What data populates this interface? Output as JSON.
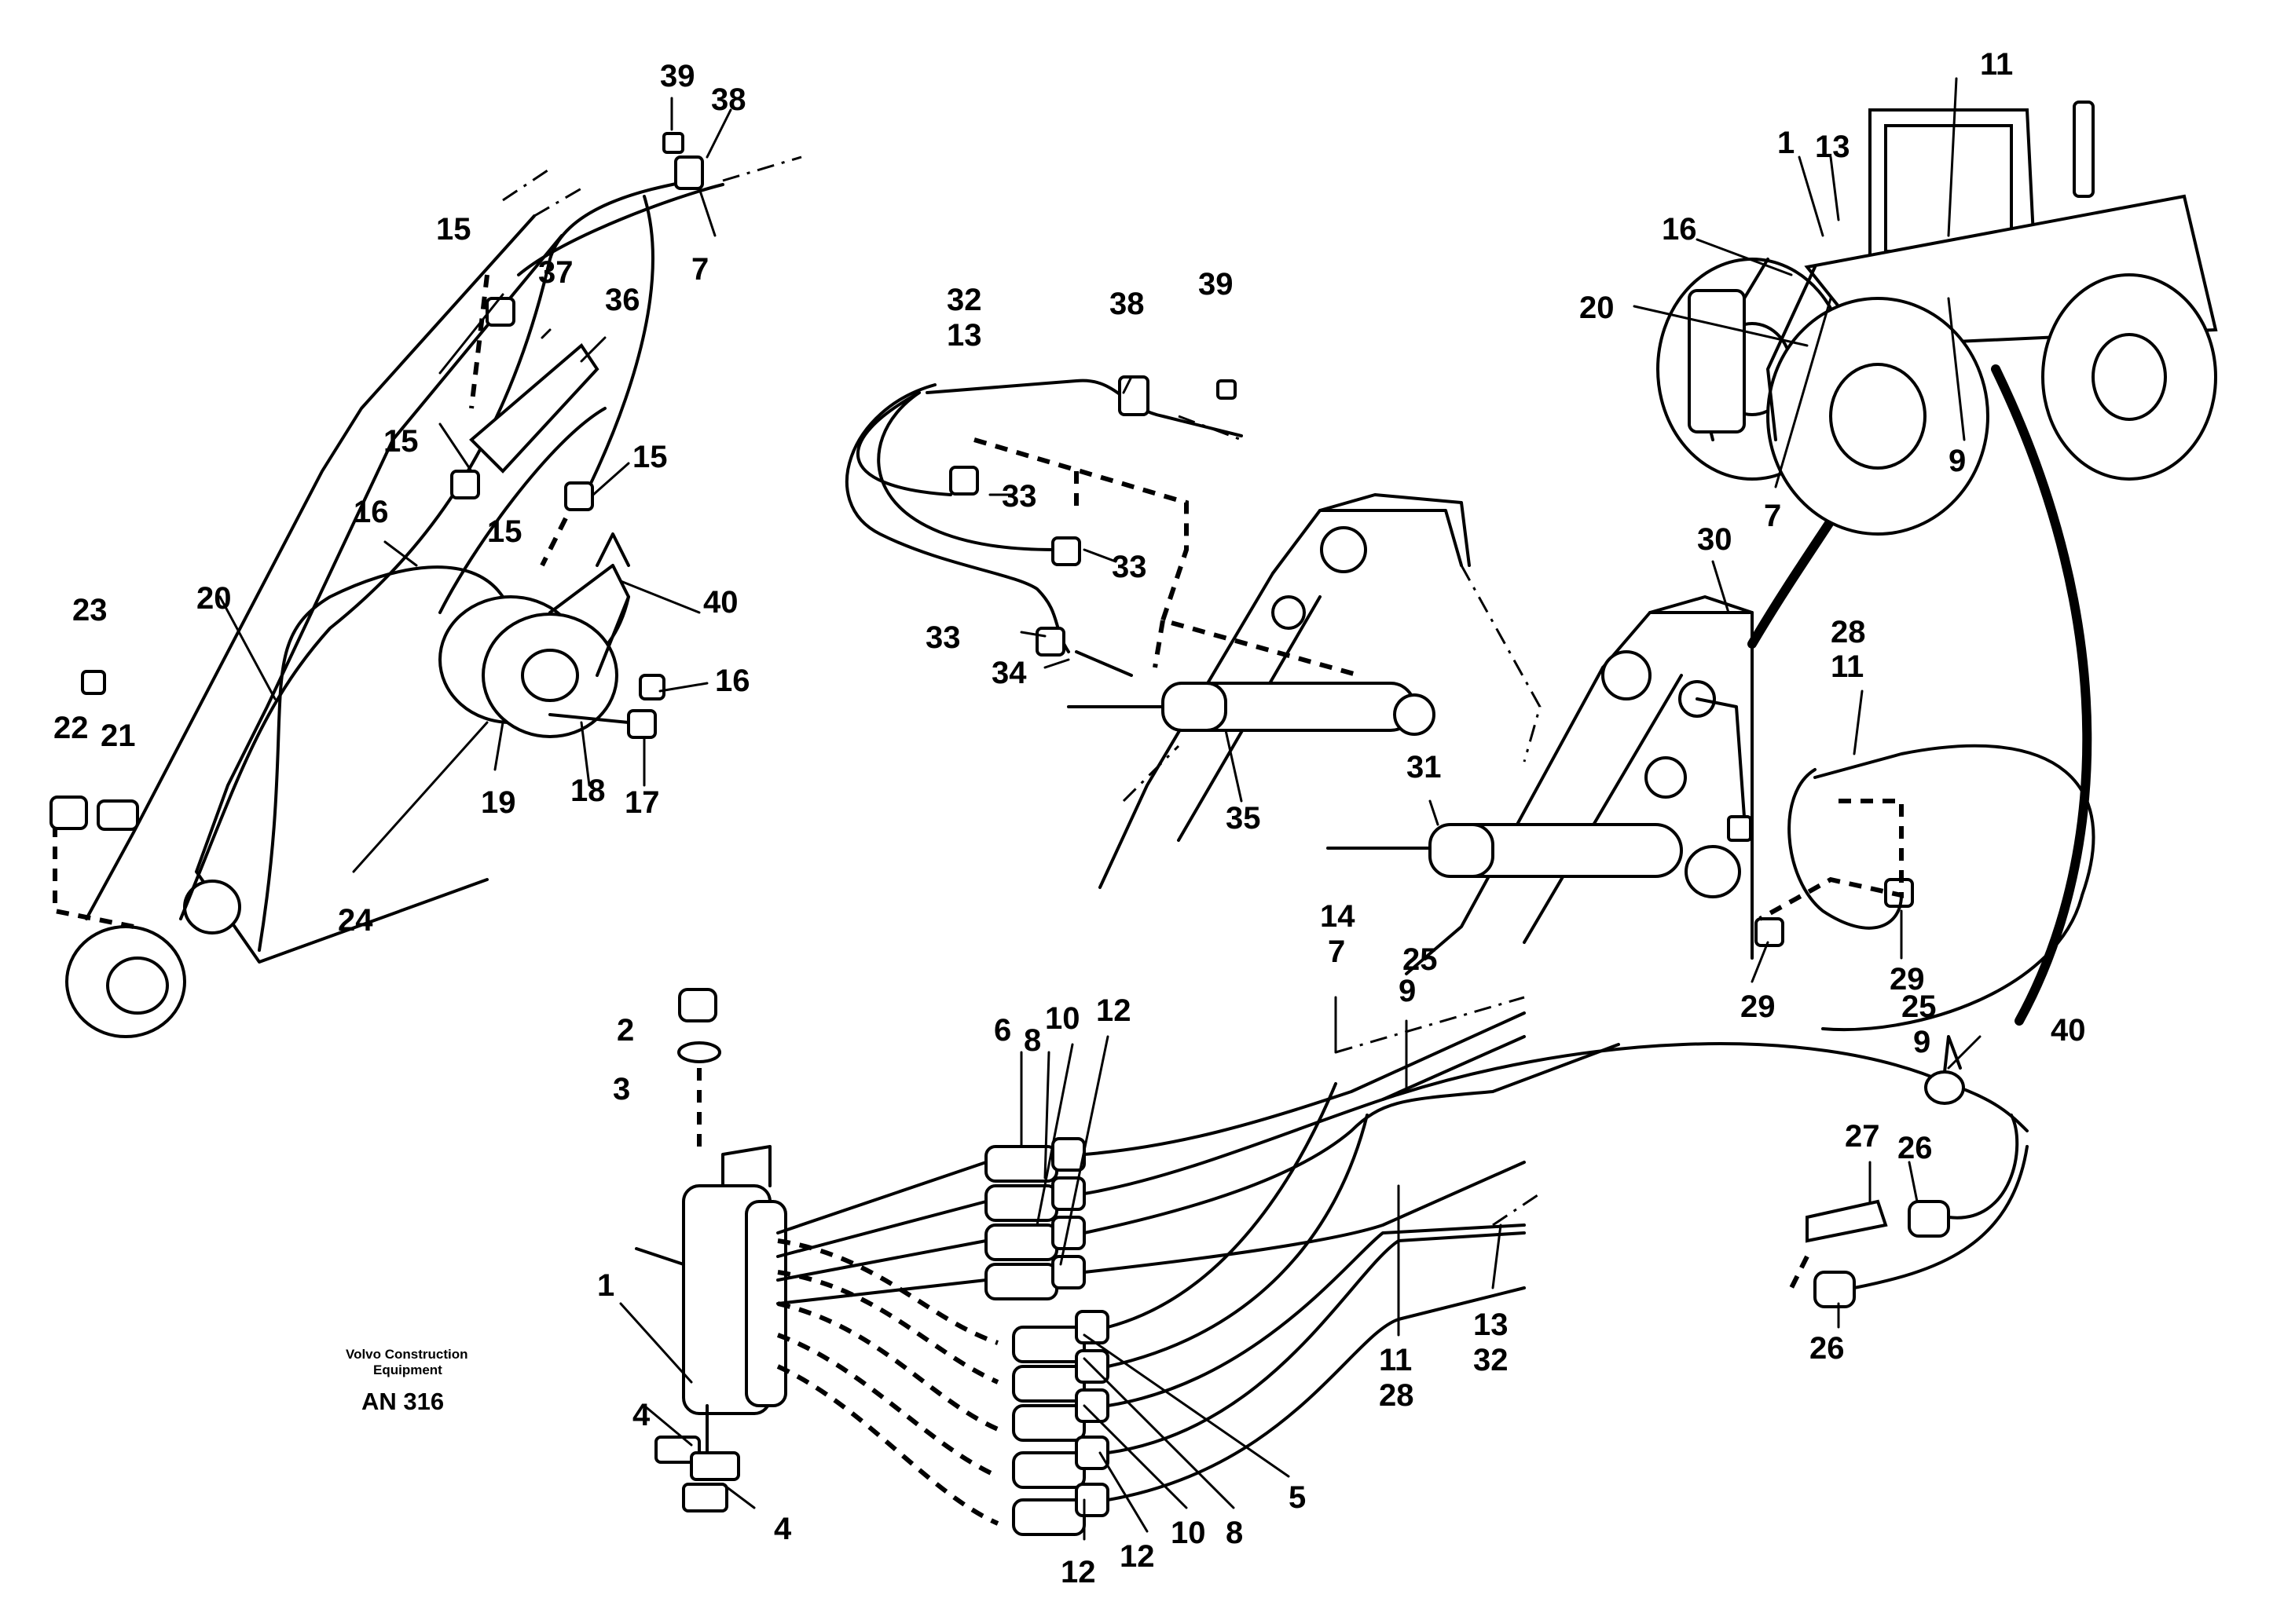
{
  "company_note": {
    "line1": "Volvo Construction",
    "line2": "Equipment",
    "code": "AN 316"
  },
  "callouts": [
    "1",
    "2",
    "3",
    "4",
    "5",
    "6",
    "7",
    "8",
    "9",
    "10",
    "11",
    "12",
    "13",
    "14",
    "15",
    "16",
    "17",
    "18",
    "19",
    "20",
    "21",
    "22",
    "23",
    "24",
    "25",
    "26",
    "27",
    "28",
    "29",
    "30",
    "31",
    "32",
    "33",
    "34",
    "35",
    "36",
    "37",
    "38",
    "39",
    "40"
  ],
  "colors": {
    "ink": "#000000",
    "paper": "#ffffff"
  }
}
